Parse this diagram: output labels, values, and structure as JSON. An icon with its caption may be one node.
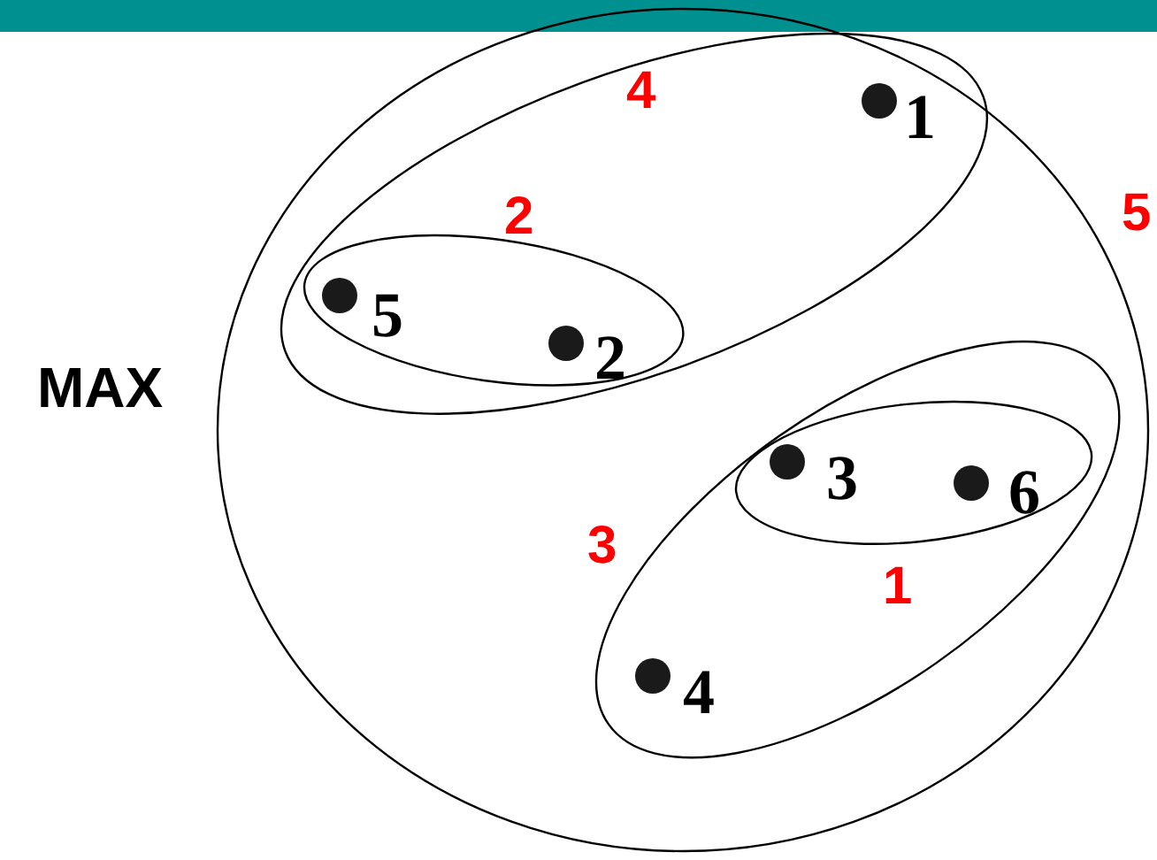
{
  "diagram": {
    "nodes": [
      {
        "text": [
          "5"
        ]
      },
      {
        "text": [
          "4"
        ],
        "in": 0
      },
      {
        "text": [
          "2"
        ],
        "in": 1
      },
      {
        "text": [
          "3"
        ],
        "in": 0
      },
      {
        "text": [
          "1"
        ],
        "in": 3
      },
      {
        "text": [
          "1"
        ],
        "in": 1
      },
      {
        "text": [
          "5"
        ],
        "in": 2
      },
      {
        "text": [
          "2"
        ],
        "in": 2
      },
      {
        "text": [
          "3"
        ],
        "in": 4
      },
      {
        "text": [
          "6"
        ],
        "in": 4
      },
      {
        "text": [
          "4"
        ],
        "in": 3
      }
    ],
    "labels": [
      "MAX"
    ]
  }
}
